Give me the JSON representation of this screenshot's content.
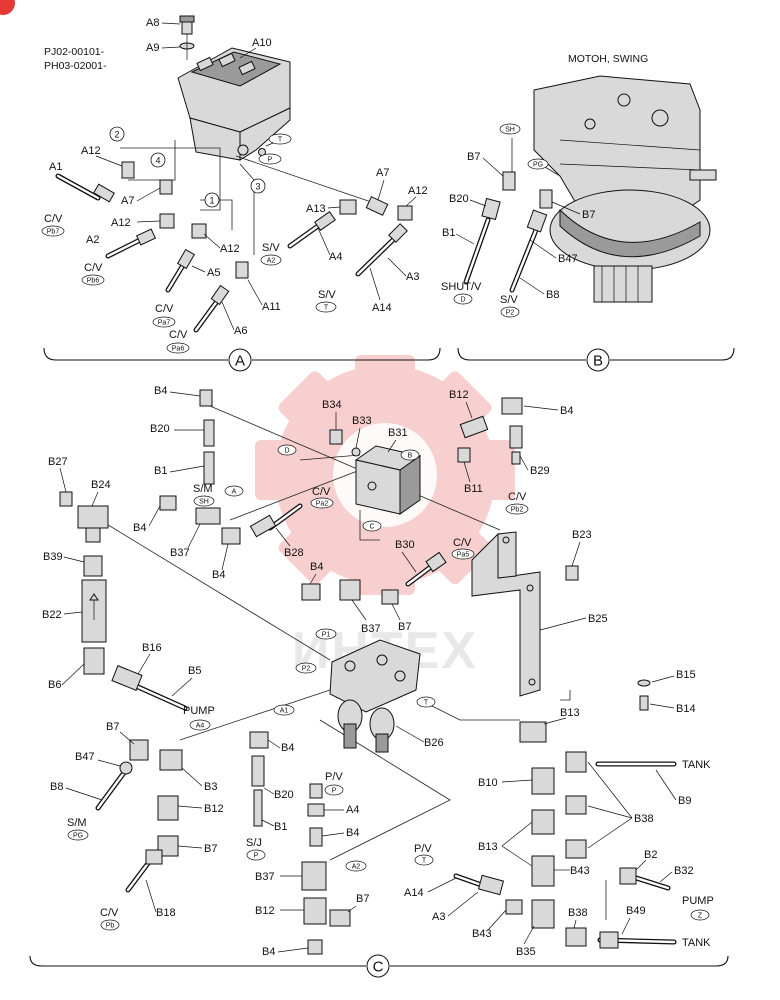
{
  "header": {
    "serial_lines": [
      "PJ02-00101-",
      "PH03-02001-"
    ],
    "motor_title": "MOTOH, SWING"
  },
  "sections": [
    "A",
    "B",
    "C"
  ],
  "watermark_text": "ИНТЕХ",
  "colors": {
    "watermark": "#f3a8a8",
    "line": "#111111",
    "part_fill": "#d9d9d9",
    "corner_badge": "#e53935"
  },
  "labels": {
    "A1": "A1",
    "A2": "A2",
    "A3": "A3",
    "A4": "A4",
    "A5": "A5",
    "A6": "A6",
    "A7": "A7",
    "A8": "A8",
    "A9": "A9",
    "A10": "A10",
    "A11": "A11",
    "A12": "A12",
    "A13": "A13",
    "A14": "A14",
    "B1": "B1",
    "B2": "B2",
    "B3": "B3",
    "B4": "B4",
    "B5": "B5",
    "B6": "B6",
    "B7": "B7",
    "B8": "B8",
    "B9": "B9",
    "B10": "B10",
    "B11": "B11",
    "B12": "B12",
    "B13": "B13",
    "B14": "B14",
    "B15": "B15",
    "B16": "B16",
    "B18": "B18",
    "B20": "B20",
    "B22": "B22",
    "B23": "B23",
    "B24": "B24",
    "B25": "B25",
    "B26": "B26",
    "B27": "B27",
    "B28": "B28",
    "B29": "B29",
    "B30": "B30",
    "B31": "B31",
    "B32": "B32",
    "B33": "B33",
    "B34": "B34",
    "B35": "B35",
    "B37": "B37",
    "B38": "B38",
    "B39": "B39",
    "B43": "B43",
    "B47": "B47",
    "B49": "B49"
  },
  "words": {
    "cv": "C/V",
    "sv": "S/V",
    "sm": "S/M",
    "sj": "S/J",
    "pv": "P/V",
    "shutv": "SHUT/V",
    "pump": "PUMP",
    "tank": "TANK"
  },
  "port_tags": {
    "Pb7": "Pb7",
    "Pb6": "Pb6",
    "Pa7": "Pa7",
    "Pa6": "Pa6",
    "A2": "A2",
    "T": "T",
    "P": "P",
    "SH": "SH",
    "PG": "PG",
    "D": "D",
    "P2": "P2",
    "B": "B",
    "A": "A",
    "Pa2": "Pa2",
    "Pb2": "Pb2",
    "C": "C",
    "Pa5": "Pa5",
    "P1": "P1",
    "A1": "A1",
    "A4": "A4",
    "Z": "Z",
    "Pb": "Pb"
  },
  "circle_numbers": [
    "1",
    "2",
    "3",
    "4"
  ]
}
